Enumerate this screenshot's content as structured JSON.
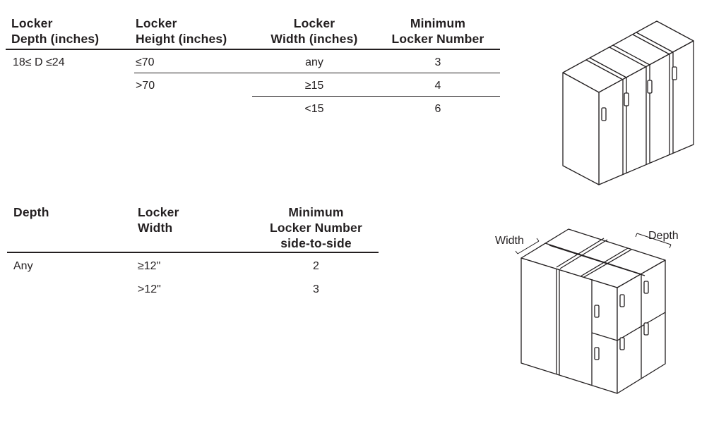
{
  "table1": {
    "headers": {
      "depth": [
        "Locker",
        "Depth (inches)"
      ],
      "height": [
        "Locker",
        "Height (inches)"
      ],
      "width": [
        "Locker",
        "Width (inches)"
      ],
      "min": [
        "Minimum",
        "Locker Number"
      ]
    },
    "rows": [
      {
        "depth": "18≤ D ≤24",
        "height": "≤70",
        "width": "any",
        "min": "3"
      },
      {
        "depth": "",
        "height": ">70",
        "width": "≥15",
        "min": "4"
      },
      {
        "depth": "",
        "height": "",
        "width": "<15",
        "min": "6"
      }
    ]
  },
  "table2": {
    "headers": {
      "depth": [
        "Depth"
      ],
      "width": [
        "Locker",
        "Width"
      ],
      "min": [
        "Minimum",
        "Locker Number",
        "side-to-side"
      ]
    },
    "rows": [
      {
        "depth": "Any",
        "width": "≥12\"",
        "min": "2"
      },
      {
        "depth": "",
        "width": ">12\"",
        "min": "3"
      }
    ]
  },
  "diagram2": {
    "width_label": "Width",
    "depth_label": "Depth"
  }
}
